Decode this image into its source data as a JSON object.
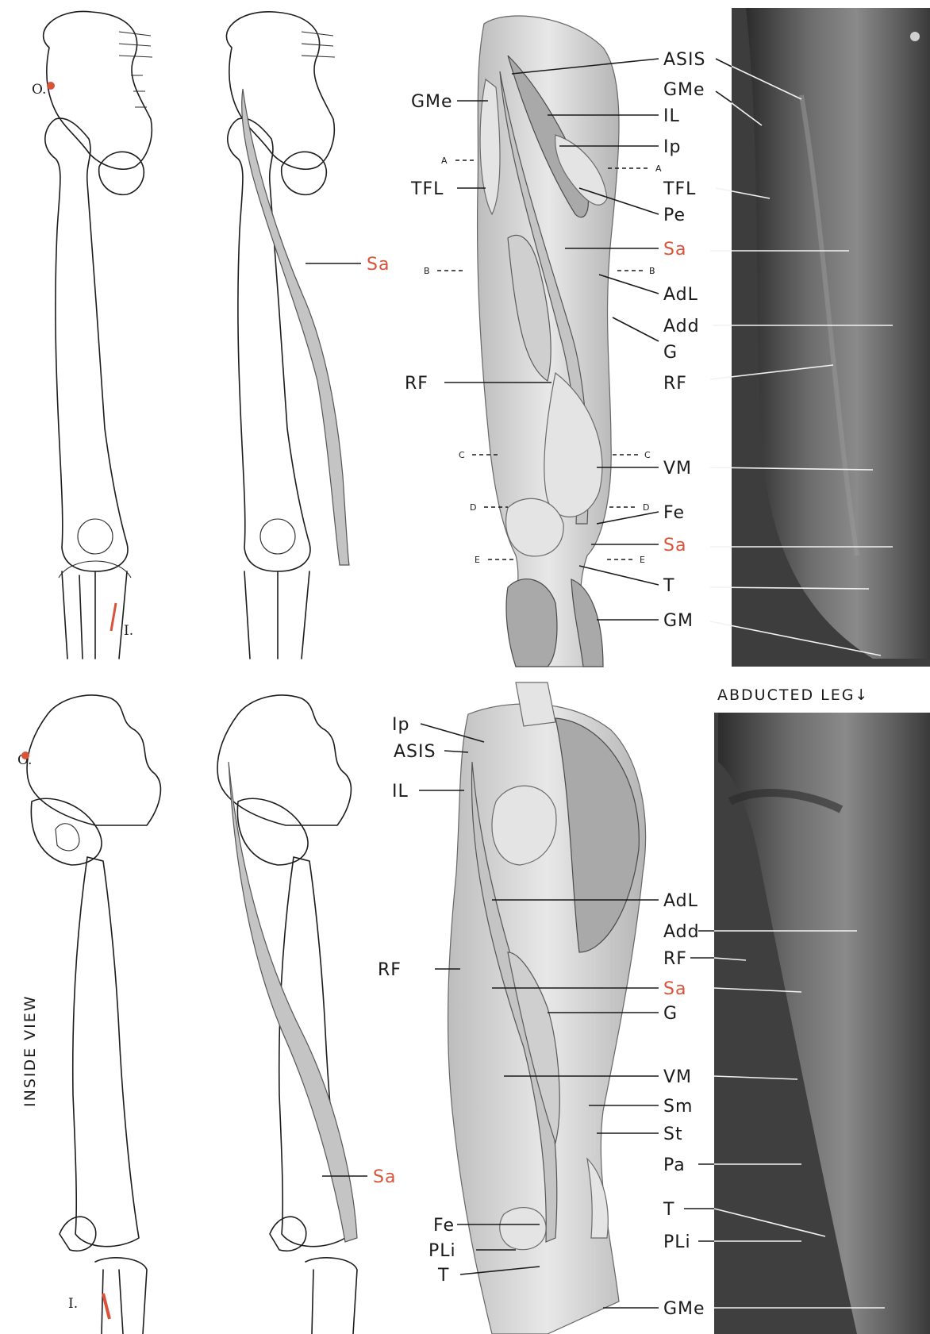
{
  "colors": {
    "accent_red": "#d9533a",
    "ink": "#1a1a1a",
    "photo_dark": "#3a3a3a"
  },
  "panel1": {
    "origin_mark": "O.",
    "insertion_mark": "I."
  },
  "panel2": {
    "sartorius_label": "Sa"
  },
  "panel3": {
    "labels": [
      "ASIS",
      "GMe",
      "IL",
      "Ip",
      "TFL",
      "Pe",
      "Sa",
      "AdL",
      "Add",
      "G",
      "RF",
      "VM",
      "Fe",
      "Sa",
      "T",
      "GM"
    ],
    "section_marks": [
      "A",
      "B",
      "C",
      "D",
      "E"
    ]
  },
  "caption_abducted": "ABDUCTED LEG↓",
  "panel4": {
    "origin_mark": "O.",
    "insertion_mark": "I.",
    "side_caption": "INSIDE VIEW"
  },
  "panel5": {
    "sartorius_label": "Sa"
  },
  "panel6": {
    "labels": [
      "Ip",
      "ASIS",
      "IL",
      "AdL",
      "Add",
      "RF",
      "Sa",
      "G",
      "RF",
      "VM",
      "Sm",
      "St",
      "Pa",
      "Fe",
      "T",
      "PLi",
      "PLi",
      "T",
      "GMe"
    ]
  }
}
